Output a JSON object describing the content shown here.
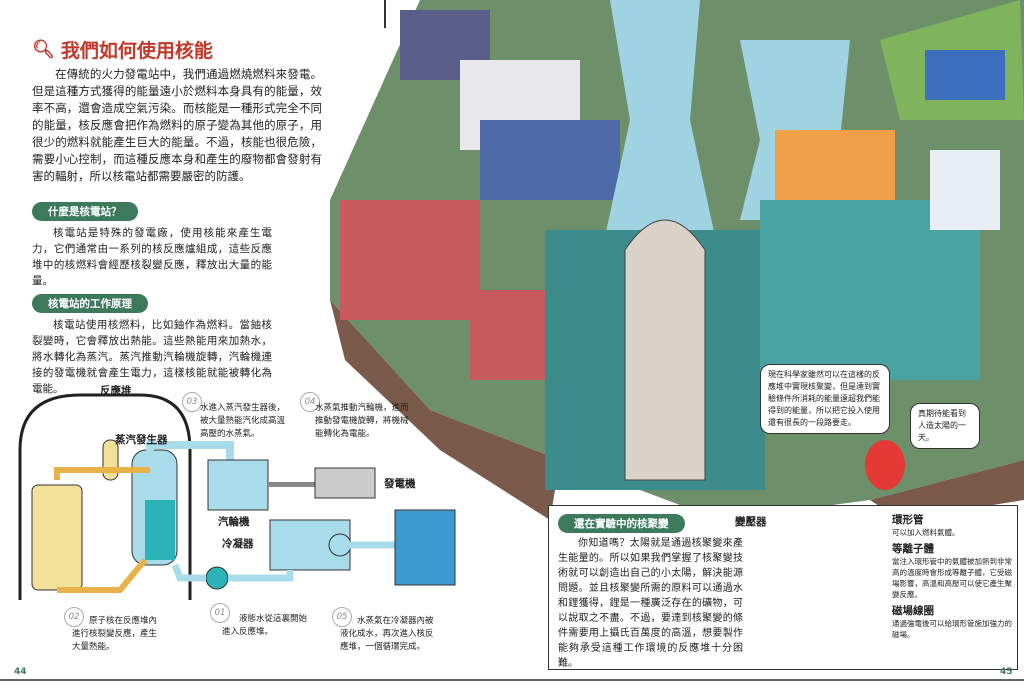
{
  "left_page": {
    "title": "我們如何使用核能",
    "intro": "在傳統的火力發電站中，我們通過燃燒燃料來發電。但是這種方式獲得的能量遠小於燃料本身具有的能量，效率不高，還會造成空氣污染。而核能是一種形式完全不同的能量，核反應會把作為燃料的原子變為其他的原子，用很少的燃料就能產生巨大的能量。不過，核能也很危險，需要小心控制，而這種反應本身和產生的廢物都會發射有害的輻射，所以核電站都需要嚴密的防護。",
    "sections": [
      {
        "heading": "什麼是核電站？",
        "text": "核電站是特殊的發電廠，使用核能來產生電力，它們通常由一系列的核反應爐組成，這些反應堆中的核燃料會經歷核裂變反應，釋放出大量的能量。"
      },
      {
        "heading": "核電站的工作原理",
        "text": "核電站使用核燃料，比如鈾作為燃料。當鈾核裂變時，它會釋放出熱能。這些熱能用來加熱水，將水轉化為蒸汽。蒸汽推動汽輪機旋轉，汽輪機連接的發電機就會產生電力，這樣核能就能被轉化為電能。"
      }
    ],
    "diagram": {
      "labels": {
        "reactor": "反應堆",
        "steam_generator": "蒸汽發生器",
        "turbine": "汽輪機",
        "condenser": "冷凝器",
        "generator": "發電機"
      },
      "steps": [
        {
          "num": "01",
          "text": "液態水從這裏開始進入反應堆。"
        },
        {
          "num": "02",
          "text": "原子核在反應堆內進行核裂變反應，產生大量熱能。"
        },
        {
          "num": "03",
          "text": "水進入蒸汽發生器後，被大量熱能汽化成高溫高壓的水蒸氣。"
        },
        {
          "num": "04",
          "text": "水蒸氣推動汽輪機，進而推動發電機旋轉，將機械能轉化為電能。"
        },
        {
          "num": "05",
          "text": "水蒸氣在冷凝器內被液化成水，再次進入核反應堆，一個循環完成。"
        }
      ]
    },
    "page_number": "44"
  },
  "right_page": {
    "bubbles": [
      "現在科學家雖然可以在這樣的反應堆中實現核聚變，但是達到實驗條件所消耗的能量遠超我們能得到的能量，所以把它投入使用還有很長的一段路要走。",
      "真期待能看到人造太陽的一天。"
    ],
    "fusion": {
      "heading": "還在實驗中的核聚變",
      "text": "你知道嗎？太陽就是通過核聚變來產生能量的。所以如果我們掌握了核聚變技術就可以創造出自己的小太陽，解決能源問題。並且核聚變所需的原料可以通過水和鋰獲得，鋰是一種廣泛存在的礦物，可以說取之不盡。不過，要達到核聚變的條件需要用上攝氏百萬度的高溫，想要製作能夠承受這種工作環境的反應堆十分困難。",
      "transformer": "變壓器",
      "parts": [
        {
          "name": "環形管",
          "desc": "可以加入燃料氣體。"
        },
        {
          "name": "等離子體",
          "desc": "當注入環形管中的氣體被加熱到非常高的溫度時會形成等離子體，它受磁場影響，高溫和高壓可以使它產生聚變反應。"
        },
        {
          "name": "磁場線圈",
          "desc": "通過強電後可以給環形管施加強力的磁場。"
        }
      ]
    },
    "page_number": "45"
  },
  "colors": {
    "title": "#c0392b",
    "pill": "#3d7a5c",
    "water": "#a8dcea",
    "deep_water": "#2bb3b8"
  }
}
